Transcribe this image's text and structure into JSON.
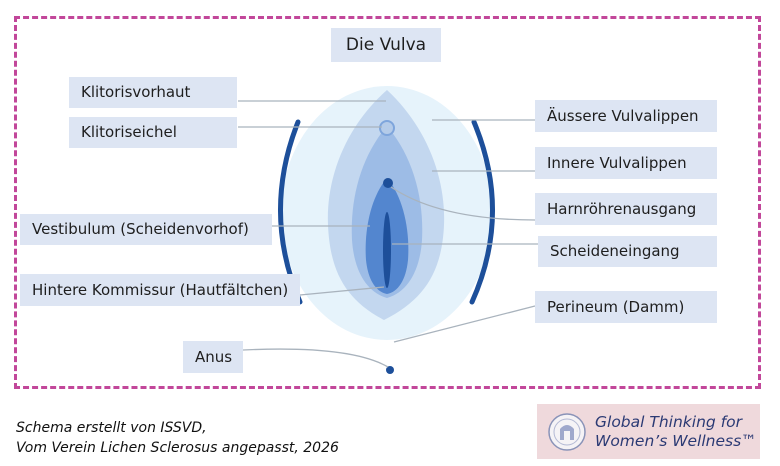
{
  "title": "Die Vulva",
  "labels": {
    "klitorisvorhaut": "Klitorisvorhaut",
    "klitoriseichel": "Klitoriseichel",
    "vestibulum": "Vestibulum (Scheidenvorhof)",
    "kommissur": "Hintere Kommissur (Hautfältchen)",
    "anus": "Anus",
    "aeussere": "Äussere Vulvalippen",
    "innere": "Innere Vulvalippen",
    "harnroehre": "Harnröhrenausgang",
    "scheide": "Scheideneingang",
    "perineum": "Perineum (Damm)"
  },
  "credit": {
    "line1": "Schema erstellt von ISSVD,",
    "line2": "Vom Verein Lichen Sclerosus angepasst, 2026"
  },
  "logo": {
    "line1": "Global Thinking for",
    "line2": "Women’s Wellness™"
  },
  "colors": {
    "frame": "#c2479a",
    "label_bg": "#dde5f3",
    "outer_oval": "#e6f3fb",
    "outer_lips": "#c3d7ef",
    "inner_lips": "#7ea5dc",
    "vestibule": "#5386cf",
    "accent_dark": "#1d4f9a"
  }
}
